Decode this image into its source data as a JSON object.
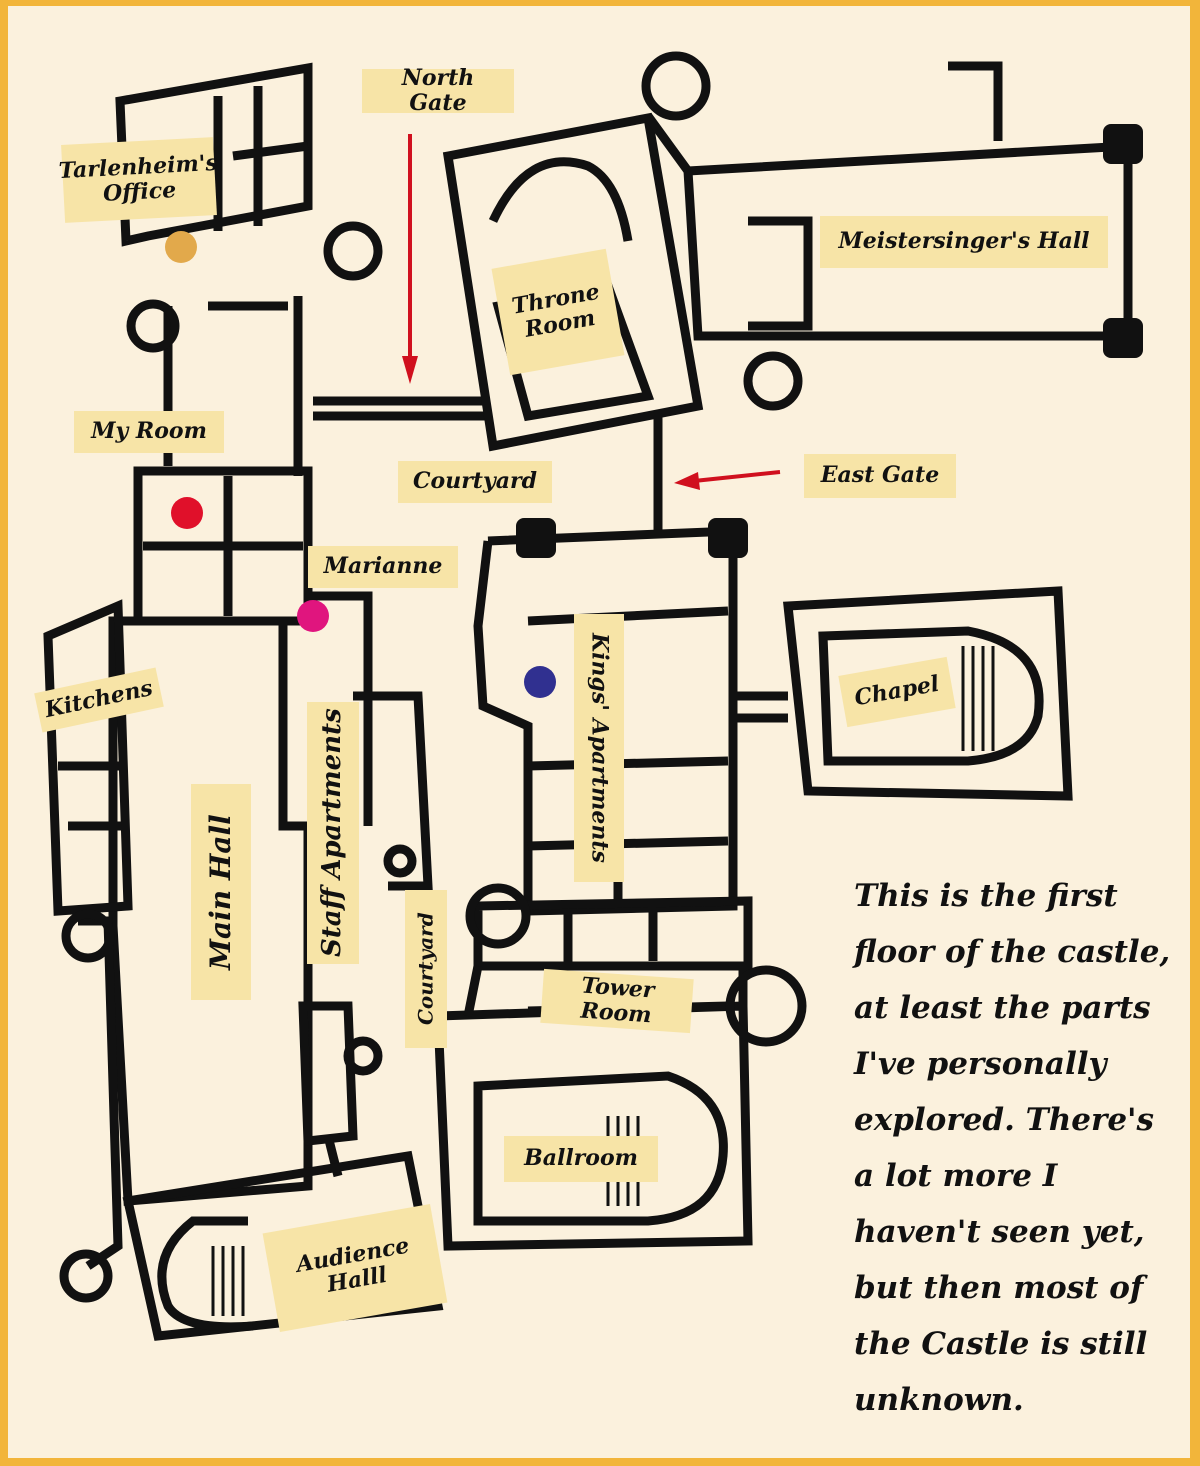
{
  "labels": {
    "north_gate": "North Gate",
    "tarlenheims_office": "Tarlenheim's\nOffice",
    "throne_room": "Throne\nRoom",
    "meistersingers_hall": "Meistersinger's Hall",
    "my_room": "My Room",
    "courtyard_north": "Courtyard",
    "east_gate": "East Gate",
    "marianne": "Marianne",
    "kitchens": "Kitchens",
    "kings_apartments": "Kings' Apartments",
    "chapel": "Chapel",
    "main_hall": "Main Hall",
    "staff_apartments": "Staff Apartments",
    "courtyard_south": "Courtyard",
    "tower_room": "Tower Room",
    "ballroom": "Ballroom",
    "audience_hall": "Audience\nHalll"
  },
  "note": "This is the first floor of the castle, at least the parts I've personally explored. There's a lot more I haven't seen yet, but then most of the Castle is still unknown.",
  "colors": {
    "frame": "#f2b53a",
    "parchment": "#fbf1dd",
    "label_bg": "#f7e4a7",
    "wall": "#111111",
    "arrow": "#d0101e",
    "marker_office": "#e2a94b",
    "marker_my_room": "#e0102a",
    "marker_marianne": "#e0157e",
    "marker_kings": "#303090"
  }
}
